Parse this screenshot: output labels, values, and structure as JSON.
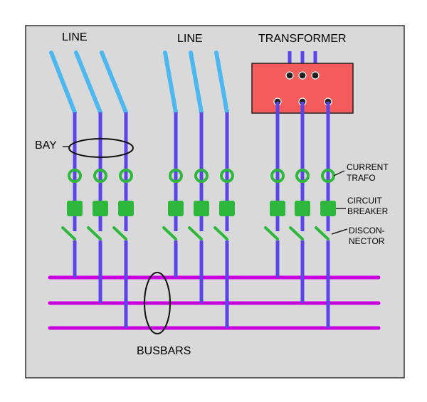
{
  "labels": {
    "line_left": "LINE",
    "line_middle": "LINE",
    "transformer": "TRANSFORMER",
    "bay": "BAY",
    "current_trafo_1": "CURRENT",
    "current_trafo_2": "TRAFO",
    "circuit_breaker_1": "CIRCUIT",
    "circuit_breaker_2": "BREAKER",
    "disconnector_1": "DISCON-",
    "disconnector_2": "NECTOR",
    "busbars": "BUSBARS"
  },
  "colors": {
    "panel_bg": "#d9d9d9",
    "line_conductor": "#4db8f0",
    "bay_conductor": "#5b45e8",
    "busbar": "#c800e0",
    "equipment": "#2db83d",
    "transformer_fill": "#f45b5b",
    "outline": "#222222"
  }
}
